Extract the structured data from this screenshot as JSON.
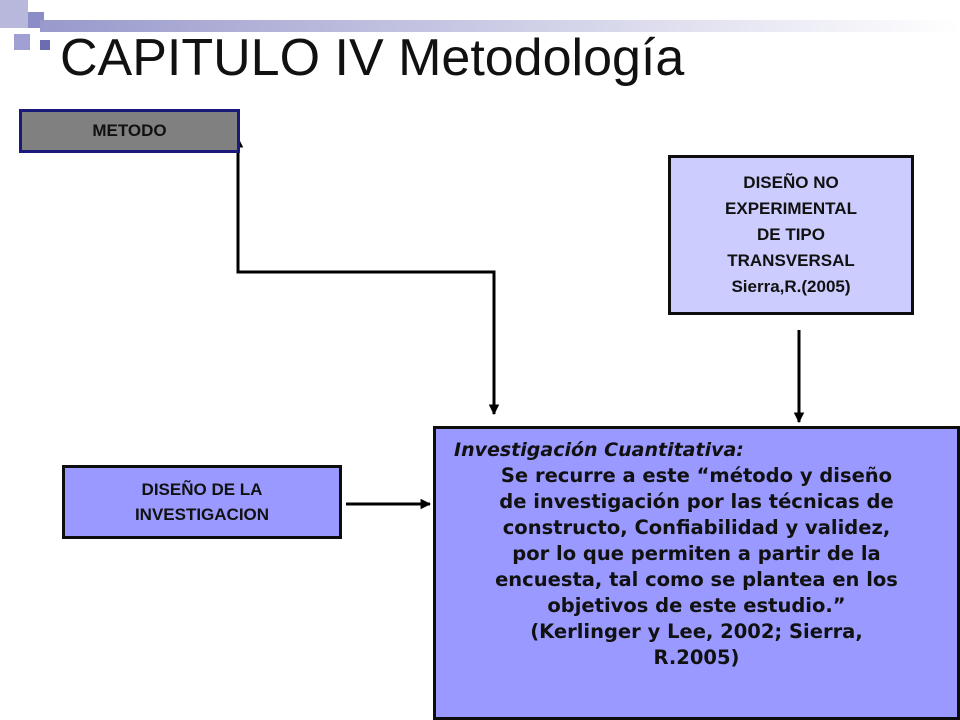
{
  "slide": {
    "title": "CAPITULO IV Metodología"
  },
  "boxes": {
    "metodo": "METODO",
    "diseno_no_experimental": [
      "DISEÑO NO",
      "EXPERIMENTAL",
      "DE TIPO",
      "TRANSVERSAL",
      "Sierra,R.(2005)"
    ],
    "diseno_investigacion": [
      "DISEÑO DE LA",
      "INVESTIGACION"
    ],
    "investigacion_cuantitativa": {
      "heading": "Investigación Cuantitativa:",
      "lines": [
        "Se recurre a este “método y diseño",
        "de investigación por las técnicas de",
        "constructo, Confiabilidad y validez,",
        "por lo que permiten a partir de la",
        "encuesta, tal como se plantea en los",
        "objetivos de este estudio.”",
        "(Kerlinger y Lee, 2002; Sierra,",
        "R.2005)"
      ]
    }
  },
  "colors": {
    "metodo_fill": "#808080",
    "light_box_fill": "#ccccff",
    "dark_box_fill": "#9999ff",
    "accent_squares": "#9999cc"
  }
}
